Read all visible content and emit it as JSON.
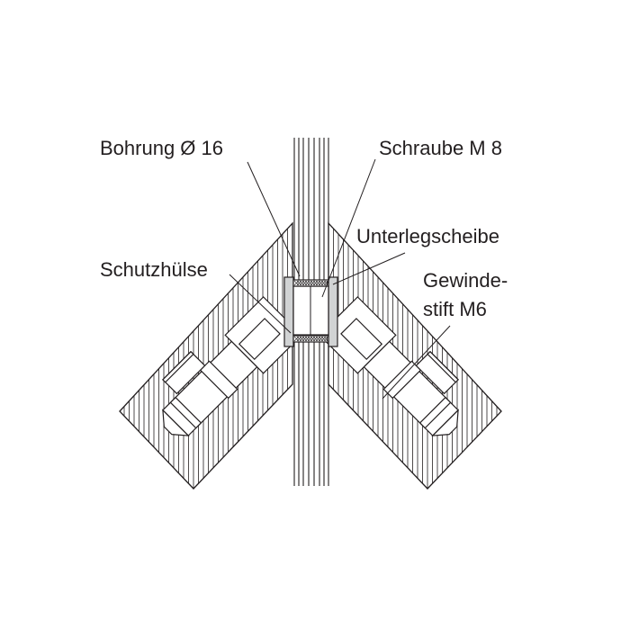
{
  "labels": {
    "bohrung": "Bohrung Ø 16",
    "schraube": "Schraube M 8",
    "unterlegscheibe": "Unterlegscheibe",
    "schutzhuelse": "Schutzhülse",
    "gewindestift_line1": "Gewinde-",
    "gewindestift_line2": "stift M6"
  },
  "colors": {
    "line": "#231f20",
    "sleeve": "#d1d3d4",
    "background": "#ffffff"
  }
}
